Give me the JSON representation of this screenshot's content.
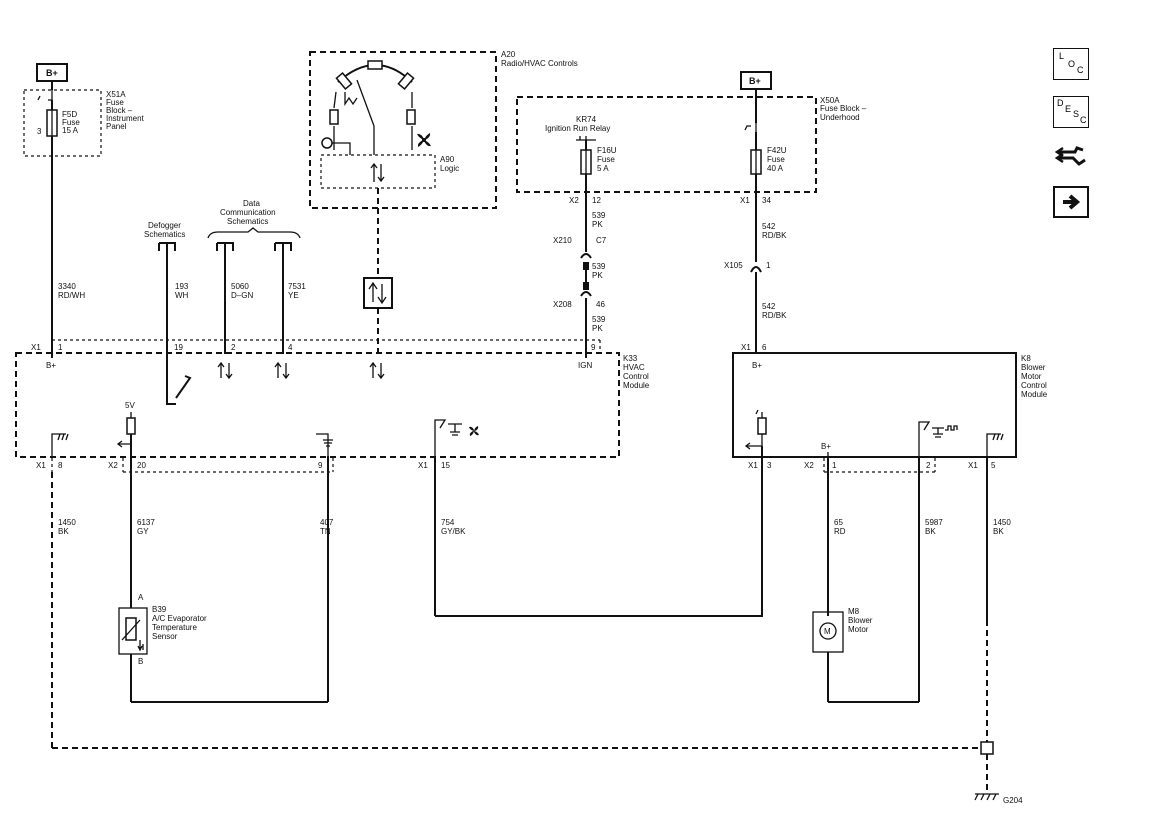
{
  "power_labels": {
    "bplus_left": "B+",
    "bplus_right": "B+"
  },
  "nav": {
    "loc": [
      "L",
      "O",
      "C"
    ],
    "desc": [
      "D",
      "E",
      "S",
      "C"
    ],
    "connector_icon": "connector-wrench-icon",
    "next_icon": "arrow-right-icon"
  },
  "components": {
    "x51a": {
      "id": "X51A",
      "l1": "Fuse",
      "l2": "Block –",
      "l3": "Instrument",
      "l4": "Panel"
    },
    "f5d": {
      "l1": "F5D",
      "l2": "Fuse",
      "l3": "15 A",
      "pin": "3"
    },
    "a20": {
      "l1": "A20",
      "l2": "Radio/HVAC Controls"
    },
    "a90": {
      "l1": "A90",
      "l2": "Logic"
    },
    "x50a": {
      "l1": "X50A",
      "l2": "Fuse Block –",
      "l3": "Underhood"
    },
    "kr74": {
      "l1": "KR74",
      "l2": "Ignition Run Relay"
    },
    "f16u": {
      "l1": "F16U",
      "l2": "Fuse",
      "l3": "5 A"
    },
    "f42u": {
      "l1": "F42U",
      "l2": "Fuse",
      "l3": "40 A"
    },
    "k33": {
      "l1": "K33",
      "l2": "HVAC",
      "l3": "Control",
      "l4": "Module"
    },
    "k8": {
      "l1": "K8",
      "l2": "Blower",
      "l3": "Motor",
      "l4": "Control",
      "l5": "Module"
    },
    "b39": {
      "l1": "B39",
      "l2": "A/C Evaporator",
      "l3": "Temperature",
      "l4": "Sensor",
      "pin_a": "A",
      "pin_b": "B"
    },
    "m8": {
      "l1": "M8",
      "l2": "Blower",
      "l3": "Motor",
      "symbol": "M"
    },
    "g204": "G204"
  },
  "refs": {
    "defogger": {
      "l1": "Defogger",
      "l2": "Schematics"
    },
    "datacomm": {
      "l1": "Data",
      "l2": "Communication",
      "l3": "Schematics"
    }
  },
  "connectors": {
    "x2_12": {
      "c": "X2",
      "p": "12"
    },
    "x1_34": {
      "c": "X1",
      "p": "34"
    },
    "x210": {
      "c": "X210",
      "p": "C7"
    },
    "x208": {
      "c": "X208",
      "p": "46"
    },
    "x105": {
      "c": "X105",
      "p": "1"
    },
    "k33_top": {
      "c": "X1",
      "p1": "1",
      "p19": "19",
      "p2": "2",
      "p4": "4",
      "p9": "9"
    },
    "k8_top": {
      "c": "X1",
      "p": "6"
    },
    "k33_bot": {
      "x1": "X1",
      "x2": "X2",
      "x1b": "X1",
      "p8": "8",
      "p20": "20",
      "p9": "9",
      "p15": "15"
    },
    "k8_bot": {
      "x1": "X1",
      "x2": "X2",
      "x1b": "X1",
      "p3": "3",
      "p1": "1",
      "p2": "2",
      "p5": "5"
    }
  },
  "pin_labels": {
    "k33_bplus": "B+",
    "k33_ign": "IGN",
    "k8_bplus": "B+",
    "k8_bplus_inner": "B+",
    "sensor_5v": "5V"
  },
  "wires": {
    "w3340": {
      "n": "3340",
      "c": "RD/WH"
    },
    "w193": {
      "n": "193",
      "c": "WH"
    },
    "w5060": {
      "n": "5060",
      "c": "D–GN"
    },
    "w7531": {
      "n": "7531",
      "c": "YE"
    },
    "w539a": {
      "n": "539",
      "c": "PK"
    },
    "w539b": {
      "n": "539",
      "c": "PK"
    },
    "w539c": {
      "n": "539",
      "c": "PK"
    },
    "w542a": {
      "n": "542",
      "c": "RD/BK"
    },
    "w542b": {
      "n": "542",
      "c": "RD/BK"
    },
    "w1450a": {
      "n": "1450",
      "c": "BK"
    },
    "w6137": {
      "n": "6137",
      "c": "GY"
    },
    "w407": {
      "n": "407",
      "c": "TN"
    },
    "w754": {
      "n": "754",
      "c": "GY/BK"
    },
    "w65": {
      "n": "65",
      "c": "RD"
    },
    "w5987": {
      "n": "5987",
      "c": "BK"
    },
    "w1450b": {
      "n": "1450",
      "c": "BK"
    }
  }
}
